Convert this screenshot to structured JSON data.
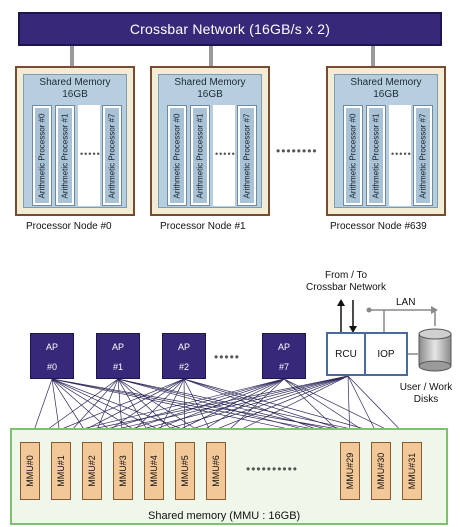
{
  "crossbar": {
    "label": "Crossbar Network (16GB/s x 2)"
  },
  "processor_nodes": [
    {
      "label": "Processor Node #0",
      "shared_memory": "Shared Memory",
      "shared_memory_size": "16GB",
      "processors": [
        "Arithmetic Processor #0",
        "Arithmetic Processor #1",
        "Arithmetic Processor #7"
      ]
    },
    {
      "label": "Processor Node #1",
      "shared_memory": "Shared Memory",
      "shared_memory_size": "16GB",
      "processors": [
        "Arithmetic Processor #0",
        "Arithmetic Processor #1",
        "Arithmetic Processor #7"
      ]
    },
    {
      "label": "Processor Node #639",
      "shared_memory": "Shared Memory",
      "shared_memory_size": "16GB",
      "processors": [
        "Arithmetic Processor #0",
        "Arithmetic Processor #1",
        "Arithmetic Processor #7"
      ]
    }
  ],
  "node_detail": {
    "aps": [
      {
        "name": "AP",
        "id": "#0"
      },
      {
        "name": "AP",
        "id": "#1"
      },
      {
        "name": "AP",
        "id": "#2"
      },
      {
        "name": "AP",
        "id": "#7"
      }
    ],
    "rcu": "RCU",
    "iop": "IOP",
    "crossbar_link": "From / To\nCrossbar Network",
    "lan": "LAN",
    "disks": "User / Work\nDisks",
    "mmus": [
      "MMU#0",
      "MMU#1",
      "MMU#2",
      "MMU#3",
      "MMU#4",
      "MMU#5",
      "MMU#6",
      "MMU#29",
      "MMU#30",
      "MMU#31"
    ],
    "memory_label": "Shared memory (MMU : 16GB)"
  },
  "colors": {
    "ap_fill": "#38287a",
    "node_border": "#7a4a2e",
    "shared_memory_fill": "#b7cede",
    "mmu_fill": "#f3c898",
    "memory_area_border": "#7fbf6f"
  }
}
